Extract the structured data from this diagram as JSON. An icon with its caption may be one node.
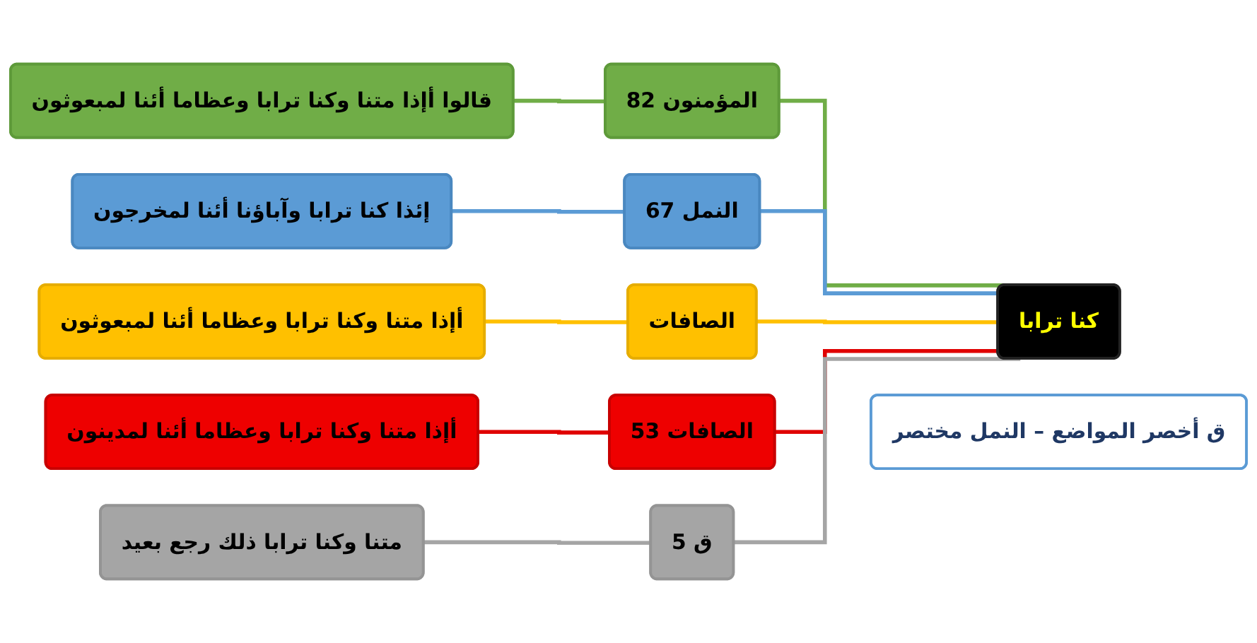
{
  "diagram": {
    "nodes": [
      {
        "text": [
          "كنا ترابا"
        ]
      },
      {
        "text": [
          "المؤمنون 82"
        ]
      },
      {
        "text": [
          "قالوا أإذا متنا وكنا ترابا وعظاما أئنا لمبعوثون"
        ]
      },
      {
        "text": [
          "النمل 67"
        ]
      },
      {
        "text": [
          "إئذا كنا ترابا وآباؤنا أئنا لمخرجون"
        ]
      },
      {
        "text": [
          "الصافات"
        ]
      },
      {
        "text": [
          "أإذا متنا وكنا ترابا وعظاما أئنا لمبعوثون"
        ]
      },
      {
        "text": [
          "الصافات 53"
        ]
      },
      {
        "text": [
          "أإذا متنا وكنا ترابا وعظاما أئنا لمدينون"
        ]
      },
      {
        "text": [
          "ق 5"
        ]
      },
      {
        "text": [
          "متنا وكنا ترابا ذلك رجع بعيد"
        ]
      },
      {
        "text": [
          "ق أخصر المواضع – النمل مختصر"
        ]
      }
    ],
    "edges": [
      {
        "from": 0,
        "to": 1,
        "arrow": "none",
        "color": "#70ad47"
      },
      {
        "from": 1,
        "to": 2,
        "arrow": "none",
        "color": "#70ad47"
      },
      {
        "from": 0,
        "to": 3,
        "arrow": "none",
        "color": "#5b9bd5"
      },
      {
        "from": 3,
        "to": 4,
        "arrow": "none",
        "color": "#5b9bd5"
      },
      {
        "from": 0,
        "to": 5,
        "arrow": "none",
        "color": "#ffc000"
      },
      {
        "from": 5,
        "to": 6,
        "arrow": "none",
        "color": "#ffc000"
      },
      {
        "from": 0,
        "to": 7,
        "arrow": "none",
        "color": "#e00000"
      },
      {
        "from": 7,
        "to": 8,
        "arrow": "none",
        "color": "#e00000"
      },
      {
        "from": 0,
        "to": 9,
        "arrow": "none",
        "color": "#a5a5a5"
      },
      {
        "from": 9,
        "to": 10,
        "arrow": "none",
        "color": "#a5a5a5"
      }
    ]
  }
}
